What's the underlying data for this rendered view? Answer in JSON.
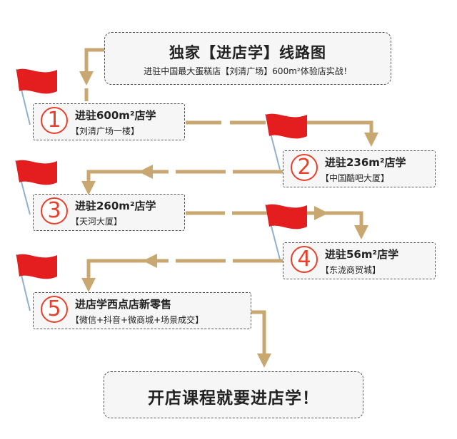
{
  "header": {
    "title": "独家【进店学】线路图",
    "subtitle": "进驻中国最大蛋糕店【刘清广场】600m²体验店实战！"
  },
  "steps": [
    {
      "number": "1",
      "title": "进驻600m²店学",
      "tag": "【刘清广场一楼】"
    },
    {
      "number": "2",
      "title": "进驻236m²店学",
      "tag": "【中国酷吧大厦】"
    },
    {
      "number": "3",
      "title": "进驻260m²店学",
      "tag": "【天河大厦】"
    },
    {
      "number": "4",
      "title": "进驻56m²店学",
      "tag": "【东泷商贸城】"
    },
    {
      "number": "5",
      "title": "进店学西点店新零售",
      "tag": "【微信+抖音+微商城+场景成交】"
    }
  ],
  "footer": {
    "text": "开店课程就要进店学！"
  },
  "colors": {
    "arrow": "#c9a770",
    "circle": "#e8402a",
    "flag": "#e41e1e",
    "pole": "#8fb0d0",
    "box_bg": "#f6f6f6"
  }
}
